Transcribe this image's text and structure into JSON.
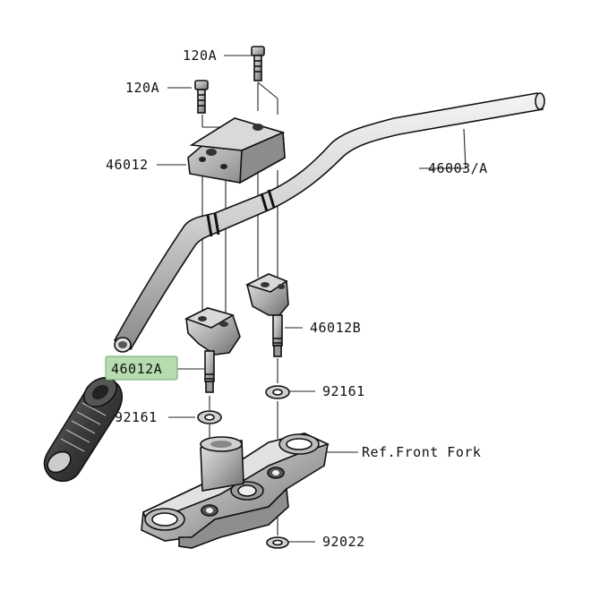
{
  "labels": {
    "bolt_upper": "120A",
    "bolt_lower": "120A",
    "upper_clamp": "46012",
    "handlebar": "46003/A",
    "right_holder": "46012B",
    "left_holder": "46012A",
    "washer_right": "92161",
    "washer_left": "92161",
    "front_fork_ref": "Ref.Front Fork",
    "bottom_washer": "92022"
  },
  "colors": {
    "highlight": "#b6dcb0",
    "line": "#111111",
    "grip": "#333333",
    "metal_light": "#d8d8d8",
    "metal_mid": "#a8a8a8",
    "metal_dark": "#6a6a6a"
  },
  "highlighted_part": "46012A"
}
